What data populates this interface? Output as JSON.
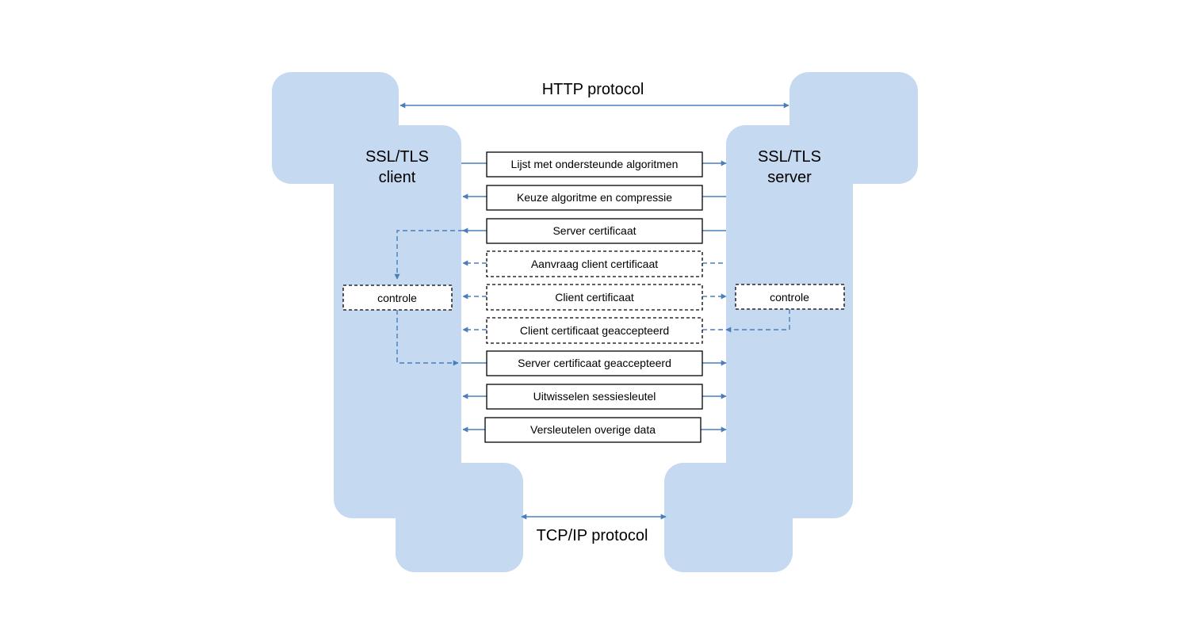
{
  "colors": {
    "panel": "#c5d9f0",
    "arrow": "#4a7ebb",
    "box_border": "#000000"
  },
  "labels": {
    "http_protocol": "HTTP protocol",
    "tcpip_protocol": "TCP/IP protocol",
    "client_line1": "SSL/TLS",
    "client_line2": "client",
    "server_line1": "SSL/TLS",
    "server_line2": "server",
    "client_check": "controle",
    "server_check": "controle"
  },
  "messages": [
    {
      "text": "Lijst met ondersteunde algoritmen",
      "style": "solid",
      "direction": "to-server"
    },
    {
      "text": "Keuze algoritme en compressie",
      "style": "solid",
      "direction": "to-client"
    },
    {
      "text": "Server certificaat",
      "style": "solid",
      "direction": "to-client"
    },
    {
      "text": "Aanvraag client certificaat",
      "style": "dashed",
      "direction": "to-client"
    },
    {
      "text": "Client certificaat",
      "style": "dashed",
      "direction": "both"
    },
    {
      "text": "Client certificaat geaccepteerd",
      "style": "dashed",
      "direction": "to-client"
    },
    {
      "text": "Server certificaat geaccepteerd",
      "style": "solid",
      "direction": "to-server"
    },
    {
      "text": "Uitwisselen sessiesleutel",
      "style": "solid",
      "direction": "both"
    },
    {
      "text": "Versleutelen overige data",
      "style": "solid",
      "direction": "both"
    }
  ]
}
